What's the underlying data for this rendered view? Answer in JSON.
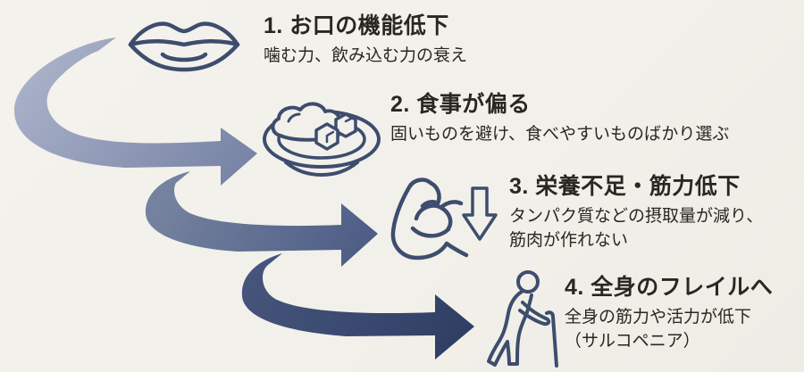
{
  "diagram": {
    "background": "#f2f0ea",
    "palette": {
      "icon_stroke": "#3d4d6e",
      "text_color": "#2a2621",
      "arrow1_light": "#a9b1c8",
      "arrow1_dark": "#7884a6",
      "arrow2_light": "#75829f",
      "arrow2_dark": "#4d5d85",
      "arrow3_light": "#46547b",
      "arrow3_dark": "#2e3e63"
    },
    "steps": [
      {
        "title": "1. お口の機能低下",
        "desc": [
          "噛む力、飲み込む力の衰え"
        ],
        "icon": "lips-icon"
      },
      {
        "title": "2. 食事が偏る",
        "desc": [
          "固いものを避け、食べやすいものばかり選ぶ"
        ],
        "icon": "meal-plate-icon"
      },
      {
        "title": "3. 栄養不足・筋力低下",
        "desc": [
          "タンパク質などの摂取量が減り、",
          "筋肉が作れない"
        ],
        "icon": "flexed-arm-icon"
      },
      {
        "title": "4. 全身のフレイルへ",
        "desc": [
          "全身の筋力や活力が低下",
          "（サルコペニア）"
        ],
        "icon": "elderly-person-cane-icon"
      }
    ]
  }
}
